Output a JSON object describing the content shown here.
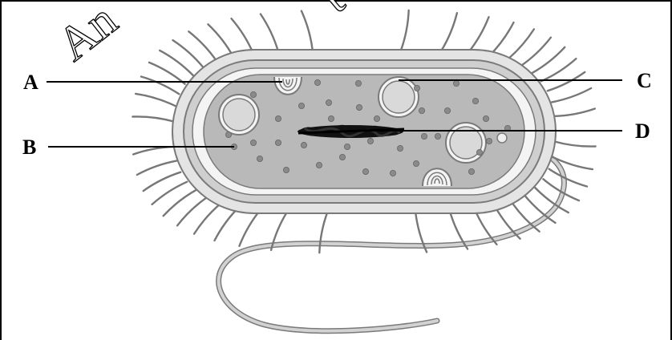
{
  "labels": {
    "a": "A",
    "b": "B",
    "c": "C",
    "d": "D"
  },
  "colors": {
    "cytoplasm": "#b9b9b9",
    "capsule": "#e4e4e4",
    "cell_wall": "#cfcfcf",
    "outline": "#7a7a7a",
    "flagellum": "#c8c8c8",
    "nucleoid": "#111111"
  }
}
